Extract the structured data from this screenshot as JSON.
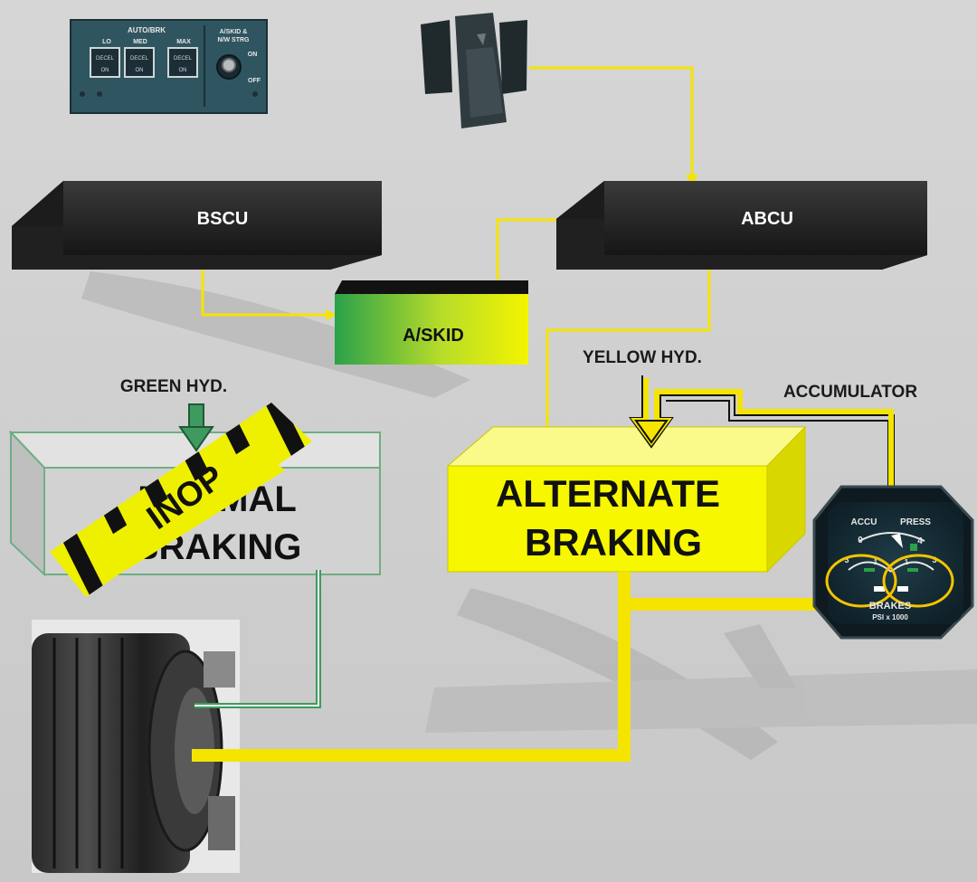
{
  "autobrake_panel": {
    "title": "AUTO/BRK",
    "lo_label": "LO",
    "med_label": "MED",
    "max_label": "MAX",
    "button_decel": "DECEL",
    "button_on": "ON",
    "askid_title_line1": "A/SKID &",
    "askid_title_line2": "N/W STRG",
    "switch_on": "ON",
    "switch_off": "OFF"
  },
  "units": {
    "bscu": "BSCU",
    "abcu": "ABCU",
    "askid": "A/SKID"
  },
  "hydraulics": {
    "green_hyd": "GREEN HYD.",
    "yellow_hyd": "YELLOW HYD.",
    "accumulator": "ACCUMULATOR"
  },
  "normal_braking": {
    "line1": "NORMAL",
    "line2": "BRAKING",
    "inop_tape": "INOP"
  },
  "alternate_braking": {
    "line1": "ALTERNATE",
    "line2": "BRAKING"
  },
  "gauge": {
    "accu_label": "ACCU",
    "press_label": "PRESS",
    "brakes_label": "BRAKES",
    "unit_label": "PSI x 1000",
    "tick_0": "0",
    "tick_4": "4",
    "tick_3_left": "3",
    "tick_3_right": "3",
    "tick_1_left": "1",
    "tick_1_right": "1"
  },
  "colors": {
    "yellow_line": "#f5e400",
    "yellow_box": "#f7f700",
    "green_line": "#3f9a5f",
    "inop_yellow": "#eef000",
    "box_dark": "#2b2b2b"
  }
}
